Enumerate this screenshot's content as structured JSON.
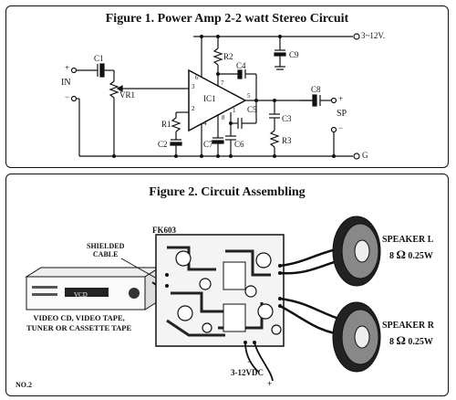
{
  "figure1": {
    "title": "Figure 1. Power Amp 2-2 watt Stereo Circuit",
    "supply": "3~12V.",
    "ground": "G",
    "input_label": "IN",
    "output_label": "SP",
    "plus": "+",
    "minus": "−",
    "components": {
      "c1": "C1",
      "vr1": "VR1",
      "r1": "R1",
      "r2": "R2",
      "r3": "R3",
      "c2": "C2",
      "c3": "C3",
      "c4": "C4",
      "c5": "C5",
      "c6": "C6",
      "c7": "C7",
      "c8": "C8",
      "c9": "C9",
      "ic1": "IC1"
    },
    "pins": {
      "p1": "1",
      "p2": "2",
      "p3": "3",
      "p4": "4",
      "p5": "5",
      "p6": "6",
      "p7": "7",
      "p8": "8"
    }
  },
  "figure2": {
    "title": "Figure 2. Circuit Assembling",
    "board_label": "FK603",
    "shielded_cable": "SHIELDED\nCABLE",
    "source_label": "VIDEO CD, VIDEO TAPE,\nTUNER OR CASSETTE TAPE",
    "device_panel_text": "VCD",
    "speaker_l_name": "SPEAKER L",
    "speaker_r_name": "SPEAKER R",
    "speaker_spec": "8",
    "omega": "Ω",
    "speaker_power": "0.25W",
    "power_label": "3-12VDC",
    "minus": "−",
    "plus": "+",
    "doc_no": "NO.2"
  }
}
